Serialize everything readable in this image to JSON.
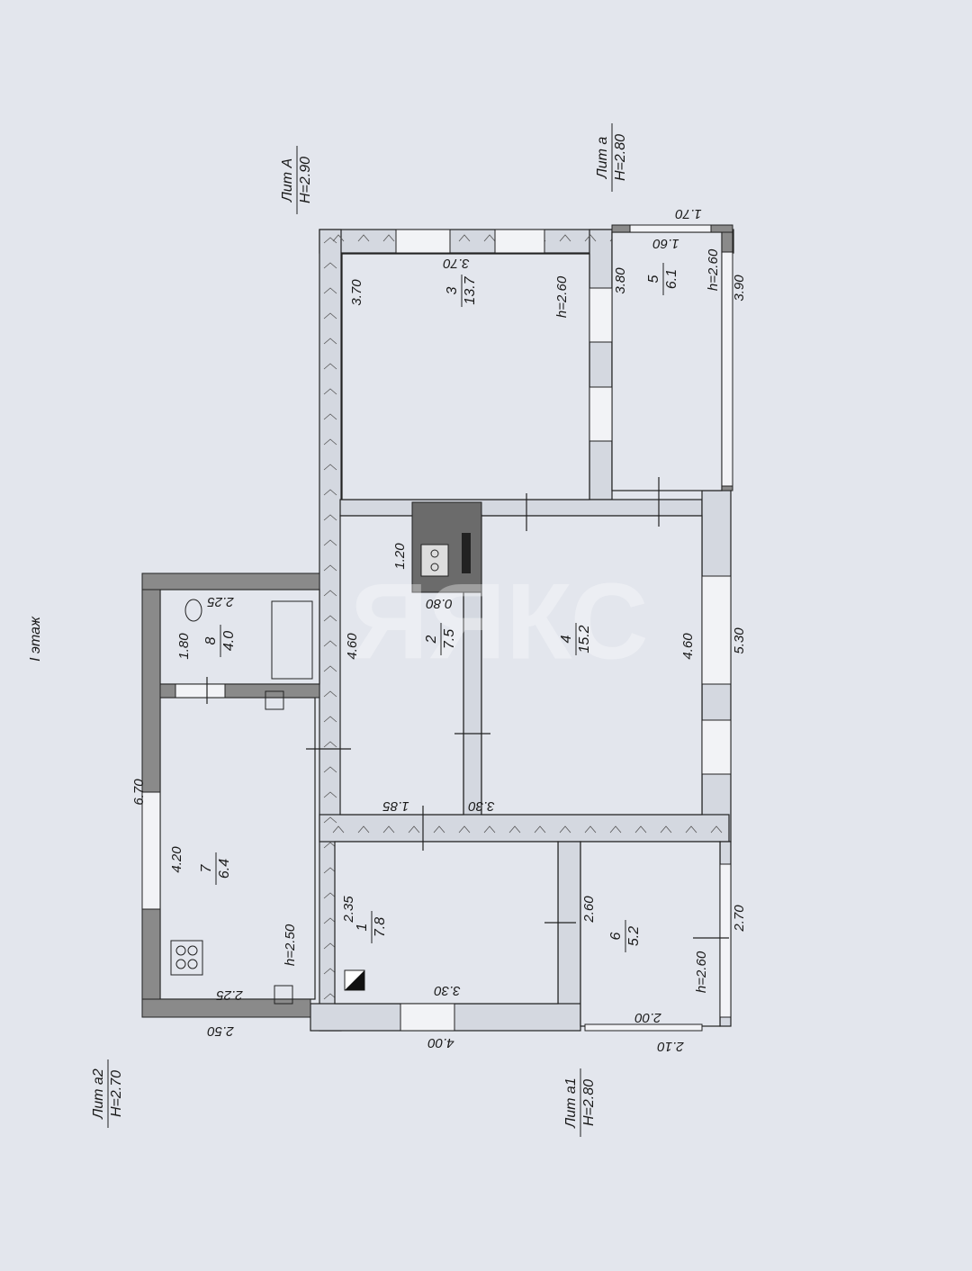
{
  "floor_label": "I этаж",
  "watermark": "ЯЯКС",
  "lit_labels": [
    {
      "name": "Лит А",
      "height": "H=2.90"
    },
    {
      "name": "Лит а",
      "height": "H=2.80"
    },
    {
      "name": "Лит а2",
      "height": "H=2.70"
    },
    {
      "name": "Лит а1",
      "height": "H=2.80"
    }
  ],
  "rooms": [
    {
      "number": "3",
      "area": "13.7"
    },
    {
      "number": "5",
      "area": "6.1"
    },
    {
      "number": "2",
      "area": "7.5"
    },
    {
      "number": "4",
      "area": "15.2"
    },
    {
      "number": "8",
      "area": "4.0"
    },
    {
      "number": "7",
      "area": "6.4"
    },
    {
      "number": "1",
      "area": "7.8"
    },
    {
      "number": "6",
      "area": "5.2"
    }
  ],
  "dimensions": [
    "1.70",
    "1.60",
    "3.70",
    "h=2.60",
    "h=2.60",
    "3.70",
    "3.80",
    "3.90",
    "1.20",
    "0.80",
    "2.25",
    "1.80",
    "4.60",
    "4.60",
    "5.30",
    "6.70",
    "1.85",
    "3.30",
    "4.20",
    "2.35",
    "h=2.50",
    "2.60",
    "2.70",
    "h=2.60",
    "2.25",
    "3.30",
    "2.00",
    "2.50",
    "4.00",
    "2.10"
  ],
  "colors": {
    "paper": "#e3e6ed",
    "line": "#222222",
    "wall_hatch": "#d4d8e0",
    "wall_solid": "#8a8a8a",
    "stove": "#6b6b6b"
  }
}
